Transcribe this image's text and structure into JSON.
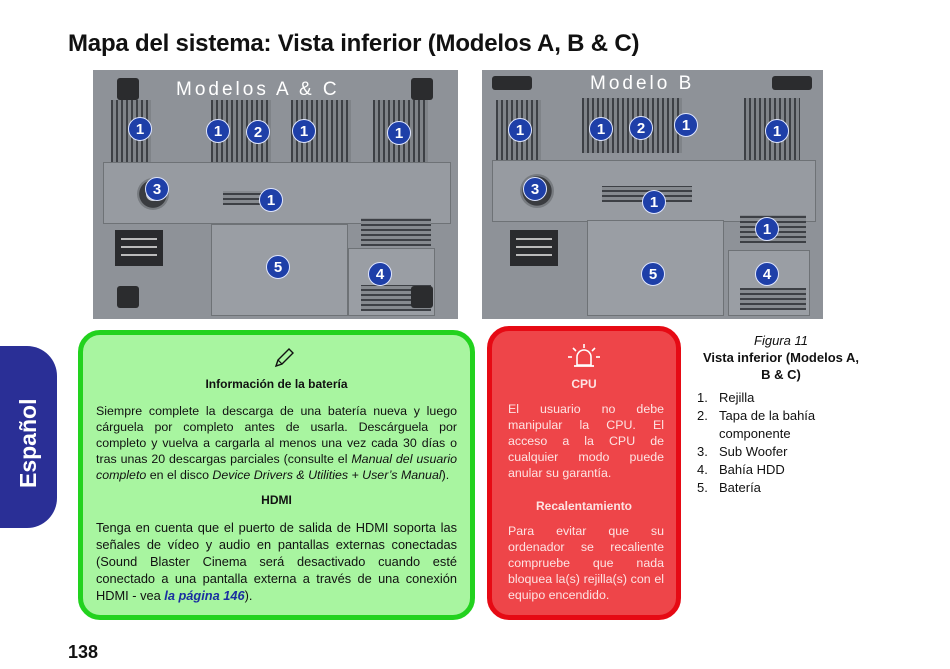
{
  "page": {
    "title": "Mapa del sistema: Vista inferior (Modelos A, B & C)",
    "side_tab": "Español",
    "page_number": "138"
  },
  "figure": {
    "left_label": "Modelos A & C",
    "right_label": "Modelo B",
    "number": "Figura 11",
    "caption_line1": "Vista inferior (Modelos A,",
    "caption_line2": "B & C)",
    "badges": {
      "one": "1",
      "two": "2",
      "three": "3",
      "four": "4",
      "five": "5"
    },
    "legend": [
      {
        "num": "1.",
        "label": "Rejilla"
      },
      {
        "num": "2.",
        "label": "Tapa de la bahía"
      },
      {
        "num": "",
        "label": "componente"
      },
      {
        "num": "3.",
        "label": "Sub Woofer"
      },
      {
        "num": "4.",
        "label": "Bahía HDD"
      },
      {
        "num": "5.",
        "label": "Batería"
      }
    ]
  },
  "green_note": {
    "icon": "pencil-icon",
    "battery_heading": "Información de la batería",
    "battery_text_1": "Siempre complete la descarga de una batería nueva y luego cárguela por completo antes de usarla. Descárguela por completo y vuelva a cargarla al menos una vez cada 30 días o tras unas 20 descargas parciales (consulte el ",
    "battery_text_italic": "Manual del usuario completo",
    "battery_text_2": " en el disco ",
    "battery_text_italic2": "Device Drivers & Utilities + User’s Manual",
    "battery_text_3": ").",
    "hdmi_heading": "HDMI",
    "hdmi_text_1": "Tenga en cuenta que el puerto de salida de HDMI soporta las señales de vídeo y audio en pantallas externas conectadas (Sound Blaster Cinema será desactivado cuando esté conectado a una pantalla externa a través de una conexión HDMI - vea ",
    "hdmi_link": "la página 146",
    "hdmi_text_2": ")."
  },
  "red_note": {
    "icon": "warning-light-icon",
    "cpu_heading": "CPU",
    "cpu_text": "El usuario no debe manipular la CPU. El acceso a la CPU de cualquier modo puede anular su garantía.",
    "heat_heading": "Recalentamiento",
    "heat_text": "Para evitar que su ordenador se recaliente compruebe que nada bloquea la(s) rejilla(s) con el equipo encendido."
  },
  "colors": {
    "side_tab": "#2a2f96",
    "badge": "#1e3fa8",
    "green_fill": "#a8f5a0",
    "green_border": "#22d21e",
    "red_fill": "#ee4549",
    "red_border": "#e60a14",
    "link": "#1a2fa0"
  }
}
